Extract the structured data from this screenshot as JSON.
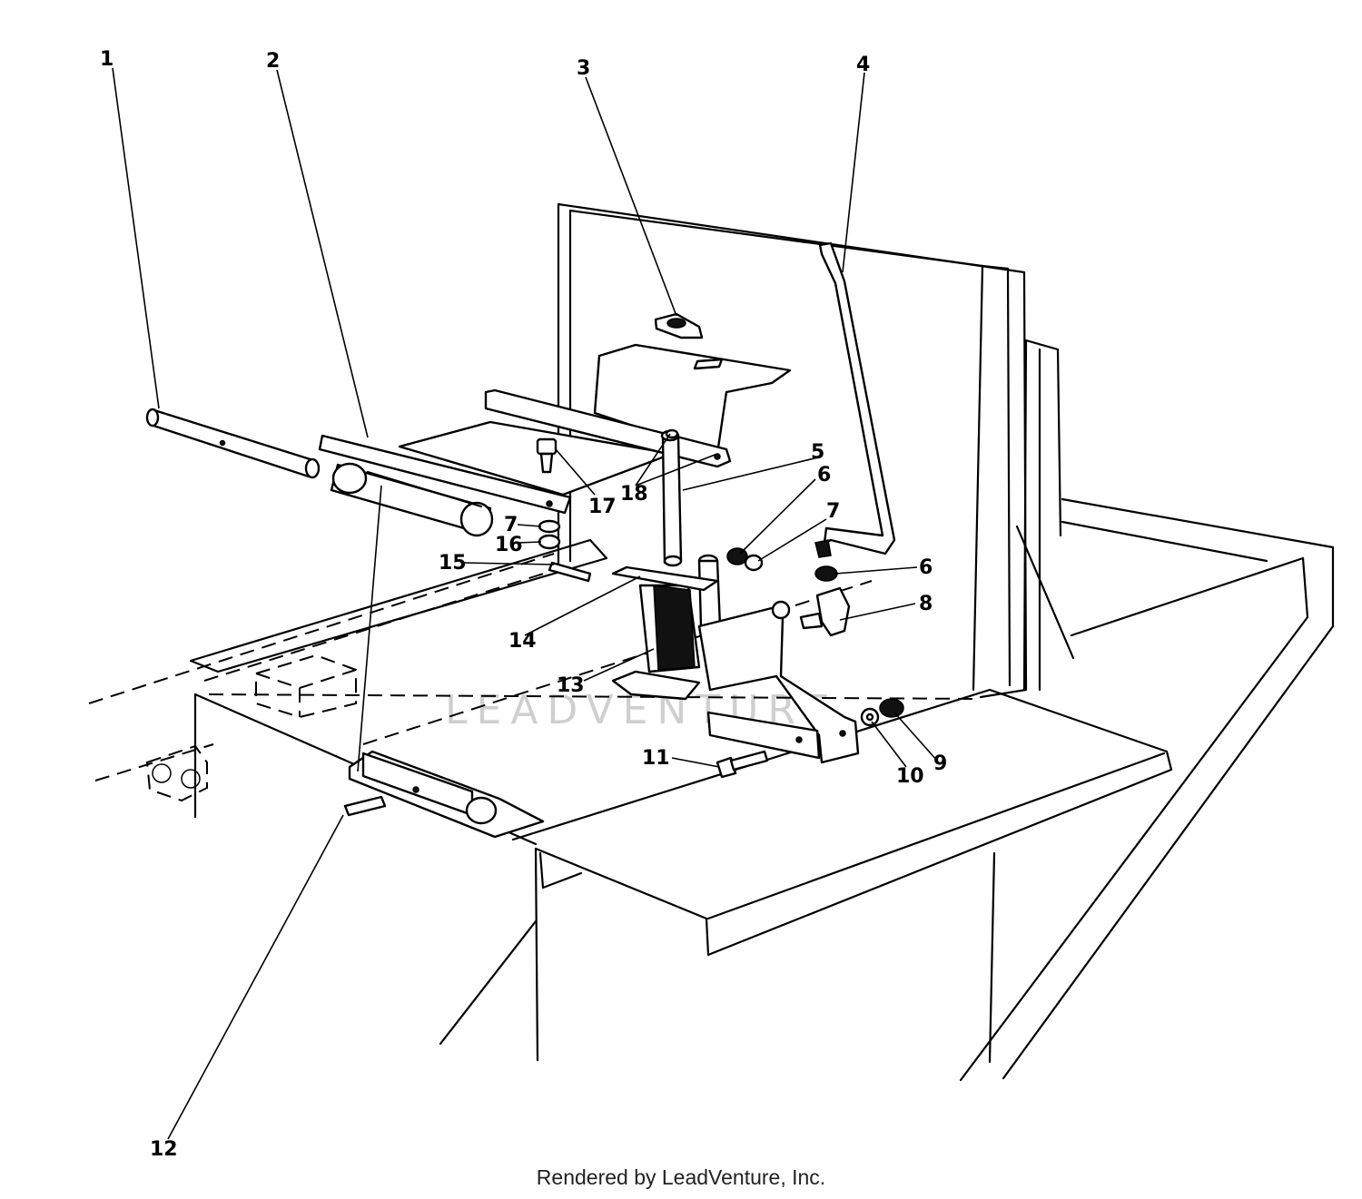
{
  "diagram": {
    "watermark": "LEADVENTURE",
    "footer": "Rendered by LeadVenture, Inc.",
    "callouts": [
      "1",
      "2",
      "3",
      "4",
      "5",
      "6",
      "7",
      "6",
      "7",
      "8",
      "9",
      "10",
      "11",
      "12",
      "13",
      "14",
      "15",
      "16",
      "17",
      "18"
    ]
  }
}
